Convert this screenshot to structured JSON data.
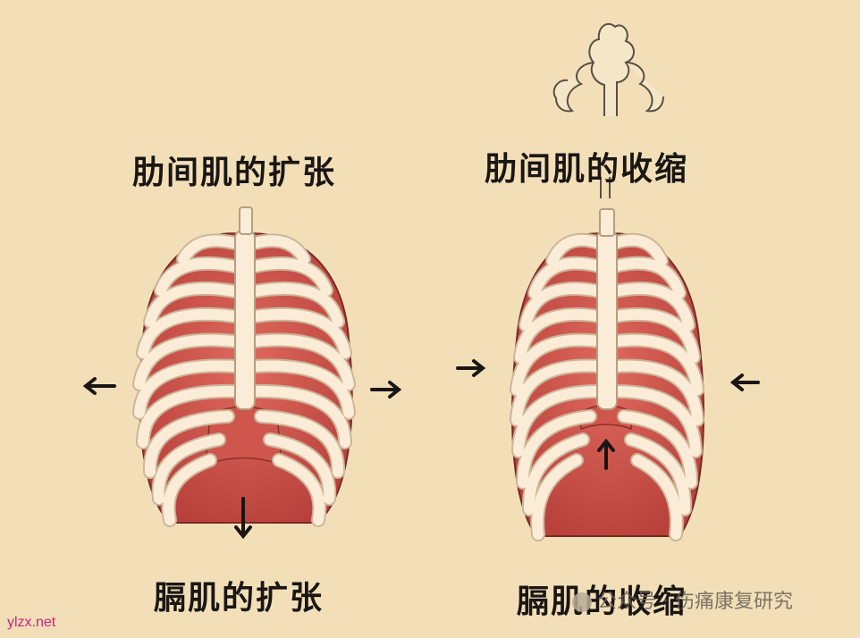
{
  "colors": {
    "background": "#f2dfb8",
    "rib": "#fbecd7",
    "rib_outline": "#cdb59a",
    "muscle": "#d9584f",
    "muscle_dark": "#b5403a",
    "arrow": "#1a1614",
    "site": "#d21e7a"
  },
  "left": {
    "top_label": "肋间肌的扩张",
    "bottom_label": "膈肌的扩张"
  },
  "right": {
    "top_label": "肋间肌的收缩",
    "bottom_label": "膈肌的收缩"
  },
  "watermark": {
    "site": "ylzx.net",
    "account": "公众号 · 伤痛康复研究"
  }
}
